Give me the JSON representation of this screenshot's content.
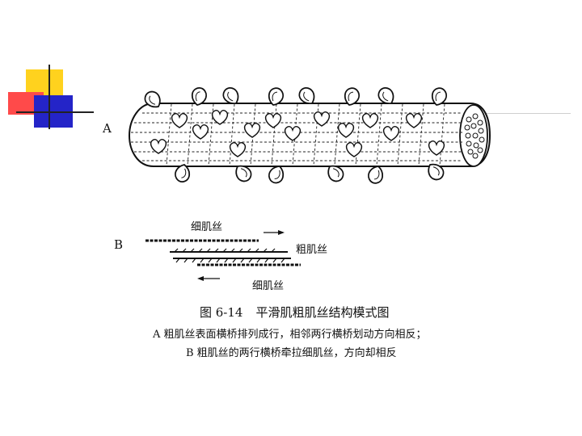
{
  "labels": {
    "a": "A",
    "b": "B",
    "thin_filament_top": "细肌丝",
    "thick_filament": "粗肌丝",
    "thin_filament_bottom": "细肌丝"
  },
  "figure": {
    "number": "图 6-14",
    "title": "平滑肌粗肌丝结构模式图",
    "caption_line1": "A 粗肌丝表面横桥排列成行，相邻两行横桥划动方向相反；",
    "caption_line2": "B 粗肌丝的两行横桥牵拉细肌丝，方向却相反"
  },
  "colors": {
    "ink": "#111111",
    "deco_yellow": "#ffd21e",
    "deco_red": "#ff4a4a",
    "deco_blue": "#2424c8"
  }
}
